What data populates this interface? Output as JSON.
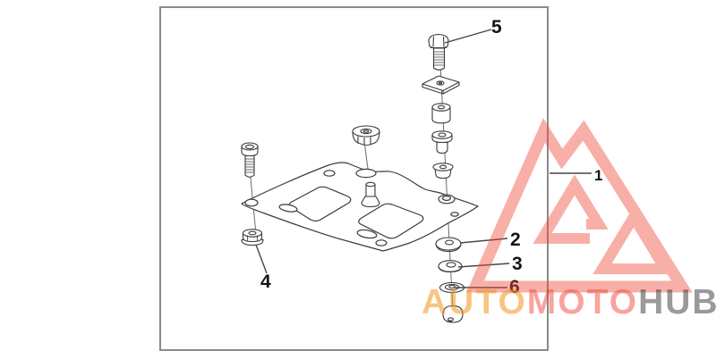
{
  "image_frame": {
    "background": "#ffffff",
    "border_color": "#8a8a8a"
  },
  "diagram": {
    "line_color": "#3a3a3a",
    "callouts": [
      {
        "number": "1"
      },
      {
        "number": "2"
      },
      {
        "number": "3"
      },
      {
        "number": "4"
      },
      {
        "number": "5"
      },
      {
        "number": "6"
      }
    ]
  },
  "watermark": {
    "triangle_color": "#ee4a3a",
    "triangle_opacity": "0.44",
    "wordmark": [
      {
        "text": "AUTO",
        "color": "rgba(242,148,30,0.55)"
      },
      {
        "text": "MOTO",
        "color": "rgba(240,60,44,0.47)"
      },
      {
        "text": "HUB",
        "color": "rgba(32,32,32,0.45)"
      }
    ]
  }
}
